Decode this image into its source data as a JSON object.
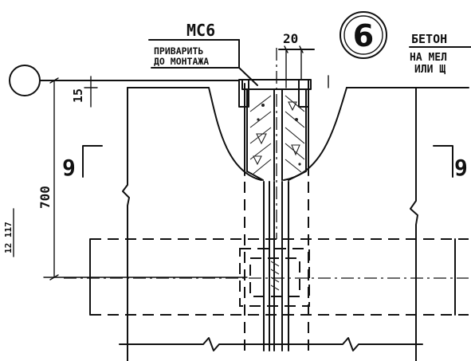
{
  "labels": {
    "mark": "МС6",
    "weld_line1": "ПРИВАРИТЬ",
    "weld_line2": "ДО МОНТАЖА",
    "dim_20": "20",
    "dim_15": "15",
    "dim_700": "700",
    "dim_rot_left": "12 117",
    "section_left": "9",
    "section_right": "9",
    "node_number": "6",
    "note_line1": "БЕТОН",
    "note_line2": "НА МЕЛ",
    "note_line3": "ИЛИ Щ"
  }
}
